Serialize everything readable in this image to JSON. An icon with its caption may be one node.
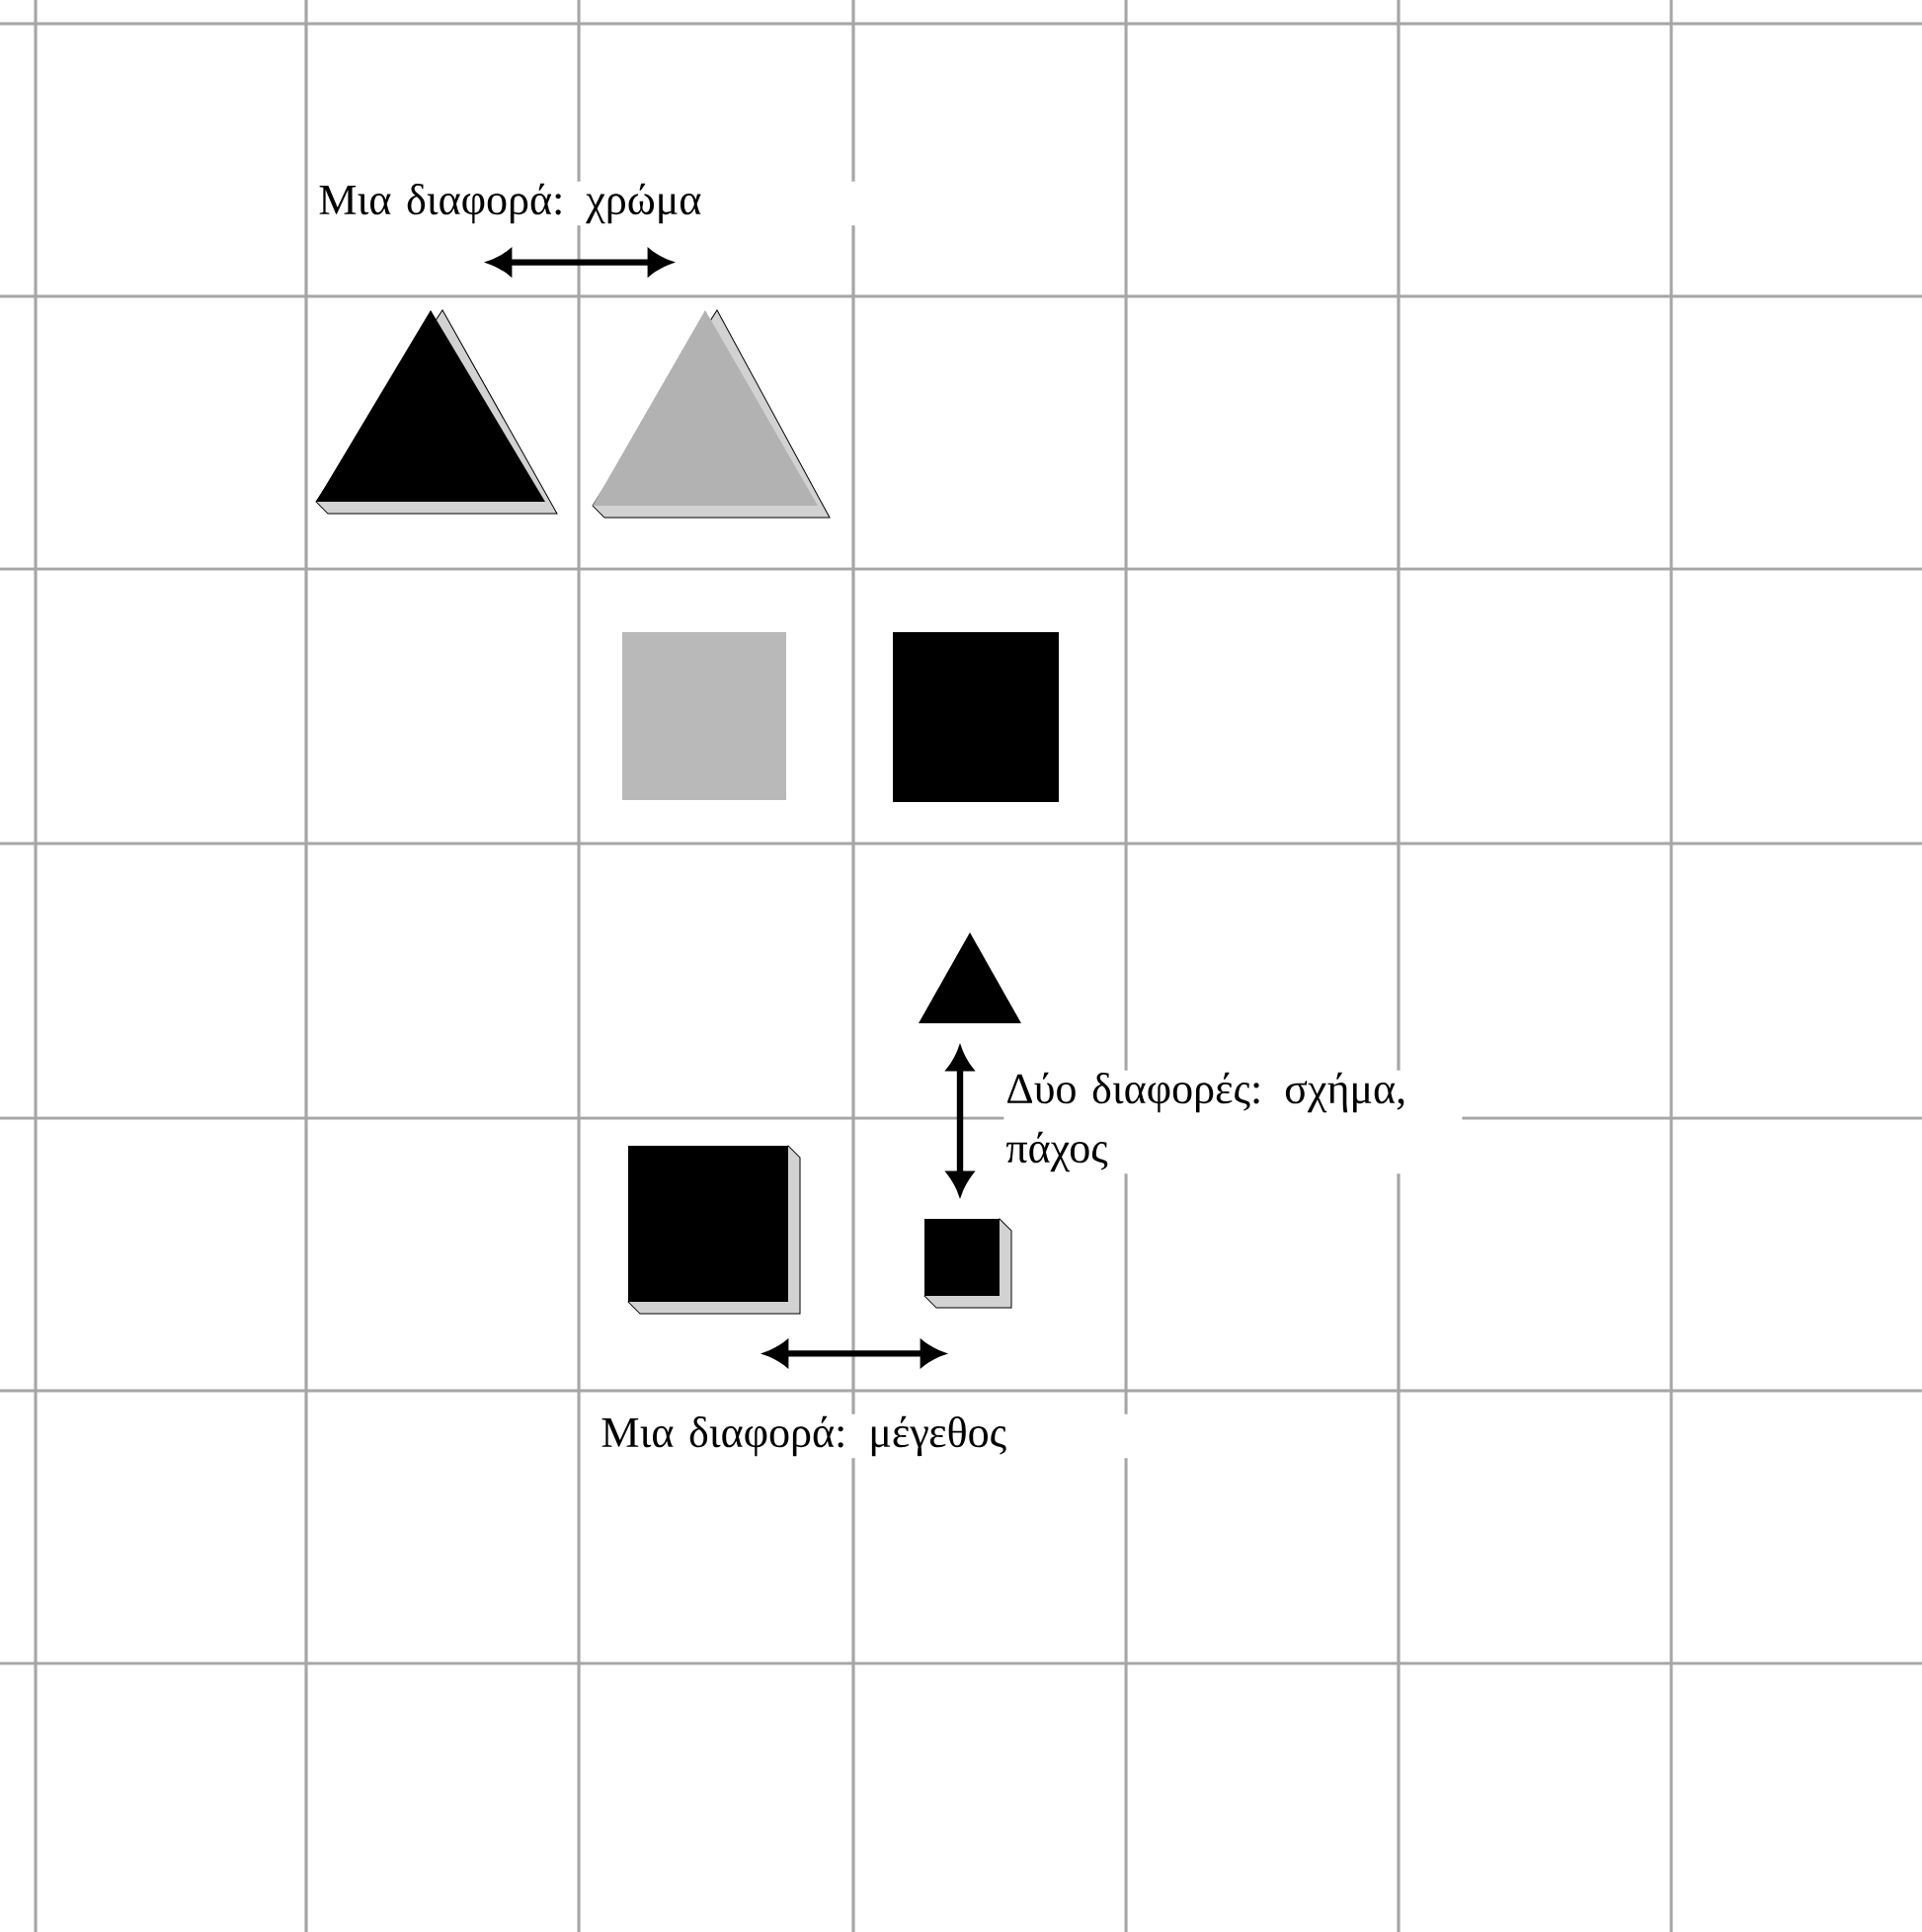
{
  "diagram": {
    "nodes": [
      {
        "text": [],
        "shape": "triangle"
      },
      {
        "text": [],
        "shape": "triangle"
      },
      {
        "text": [],
        "shape": "box"
      },
      {
        "text": [],
        "shape": "box"
      },
      {
        "text": [],
        "shape": "triangle"
      },
      {
        "text": [],
        "shape": "box"
      },
      {
        "text": [],
        "shape": "box"
      }
    ],
    "edges": [
      {
        "from": 0,
        "to": 1,
        "arrow": "both",
        "label": "Μια διαφορά: χρώμα"
      },
      {
        "from": 4,
        "to": 6,
        "arrow": "both",
        "label": "Δύο διαφορές: σχήμα, πάχος"
      },
      {
        "from": 5,
        "to": 6,
        "arrow": "both",
        "label": "Μια διαφορά: μέγεθος"
      }
    ]
  }
}
